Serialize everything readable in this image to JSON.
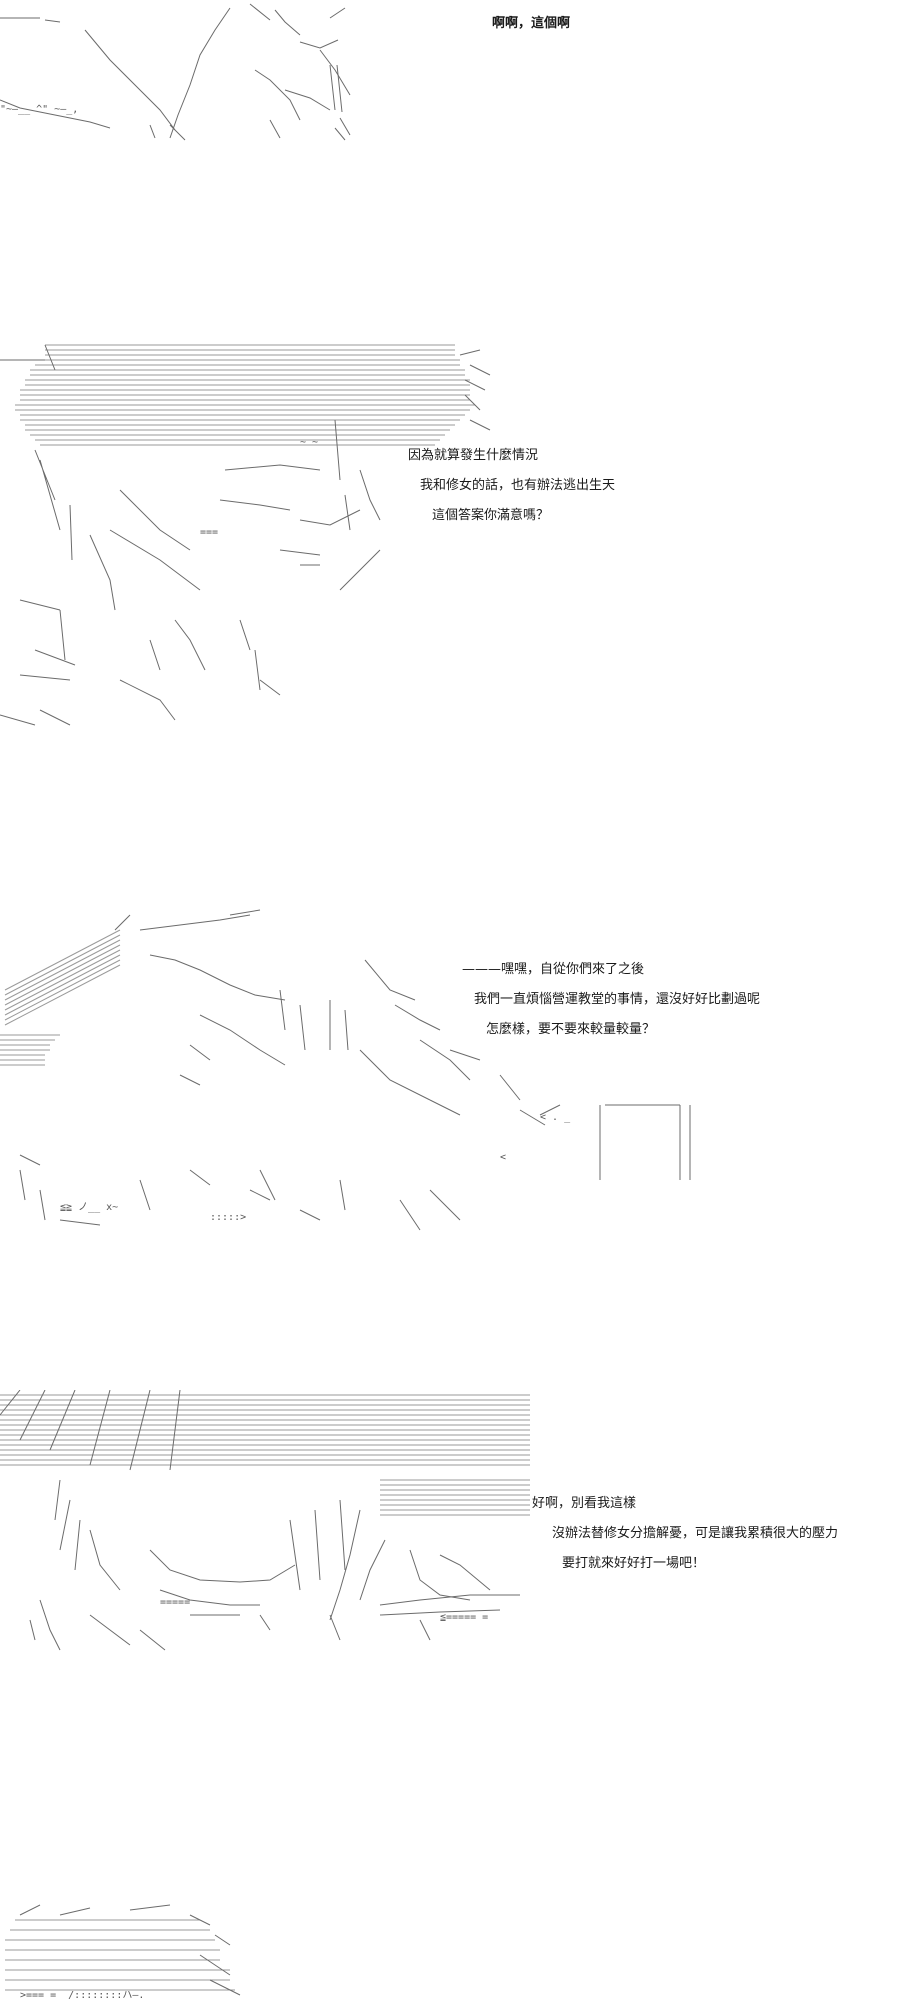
{
  "panels": [
    {
      "lines": [
        "啊啊，這個啊"
      ]
    },
    {
      "lines": [
        "因為就算發生什麼情況",
        "我和修女的話，也有辦法逃出生天",
        "這個答案你滿意嗎？"
      ]
    },
    {
      "lines": [
        "———嘿嘿，自從你們來了之後",
        "我們一直煩惱營運教堂的事情，還沒好好比劃過呢",
        "怎麼樣，要不要來較量較量？"
      ]
    },
    {
      "lines": [
        "好啊，別看我這樣",
        "沒辦法替修女分擔解憂，可是讓我累積很大的壓力",
        "要打就來好好打一場吧！"
      ]
    }
  ]
}
